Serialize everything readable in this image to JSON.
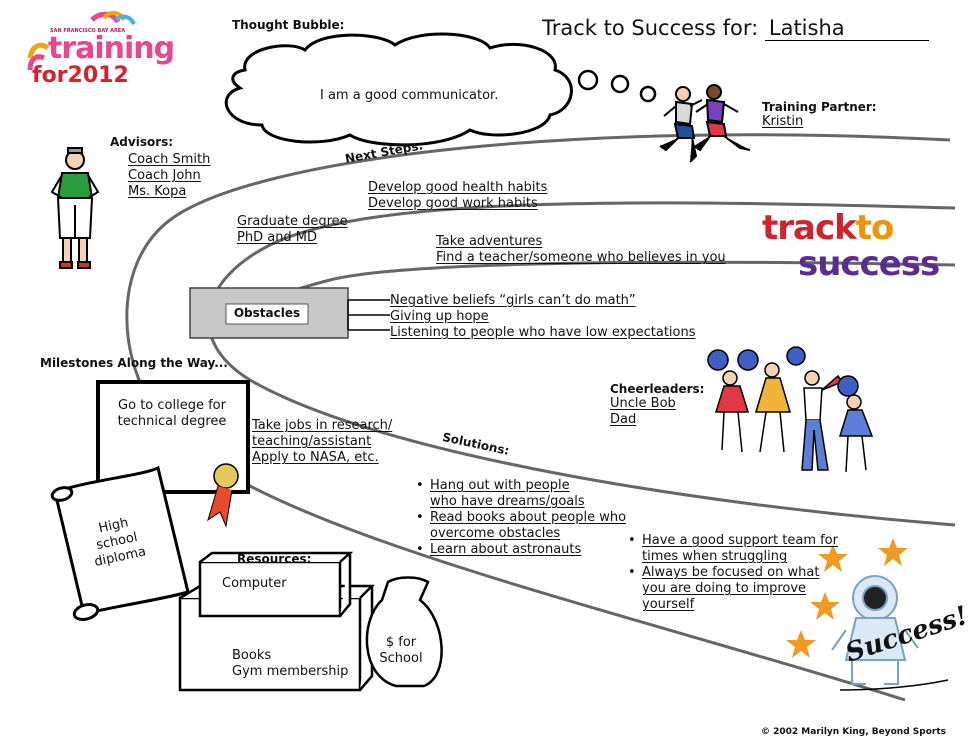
{
  "logo": {
    "small": "SAN FRANCISCO BAY AREA",
    "line1": "training",
    "line2": "for2012"
  },
  "thought_bubble": {
    "label": "Thought Bubble:",
    "text": "I am a good communicator."
  },
  "title": {
    "prefix": "Track to Success for:",
    "name": "Latisha"
  },
  "training_partner": {
    "label": "Training Partner:",
    "name": "Kristin"
  },
  "advisors": {
    "label": "Advisors:",
    "names": [
      "Coach Smith",
      "Coach John",
      "Ms. Kopa"
    ]
  },
  "next_steps": {
    "label": "Next Steps:",
    "group1": [
      "Develop good health habits",
      "Develop good work habits"
    ],
    "group2": [
      "Graduate degree",
      "PhD and MD"
    ],
    "group3": [
      "Take adventures",
      "Find a teacher/someone who believes in you"
    ]
  },
  "brand": {
    "track": "track",
    "to": "to",
    "success": "success"
  },
  "obstacles": {
    "label": "Obstacles",
    "items": [
      "Negative beliefs “girls can’t do math”",
      "Giving up hope",
      "Listening to people who have low expectations"
    ]
  },
  "milestones": {
    "label": "Milestones Along the Way...",
    "certificate": "Go to college for technical degree",
    "diploma": "High school diploma",
    "jobs": [
      "Take jobs in research/",
      "teaching/assistant",
      "Apply to NASA, etc."
    ]
  },
  "cheerleaders": {
    "label": "Cheerleaders:",
    "names": [
      "Uncle Bob",
      "Dad"
    ]
  },
  "solutions": {
    "label": "Solutions:",
    "items": [
      [
        "Hang out with people",
        "who have dreams/goals"
      ],
      [
        "Read books about people who",
        "overcome obstacles"
      ],
      [
        "Learn about astronauts"
      ]
    ]
  },
  "support": {
    "items": [
      [
        "Have a good support team for",
        "times when struggling"
      ],
      [
        "Always be focused on what",
        "you are doing to improve",
        "yourself"
      ]
    ]
  },
  "resources": {
    "label": "Resources:",
    "box1": "Computer",
    "box2_line1": "Books",
    "box2_line2": "Gym membership",
    "bag": "$ for School"
  },
  "success": "Success!",
  "copyright": "© 2002 Marilyn King, Beyond Sports",
  "colors": {
    "track_red": "#d2232a",
    "to_orange": "#f39200",
    "success_purple": "#5b2d90",
    "star": "#f29a1f"
  }
}
